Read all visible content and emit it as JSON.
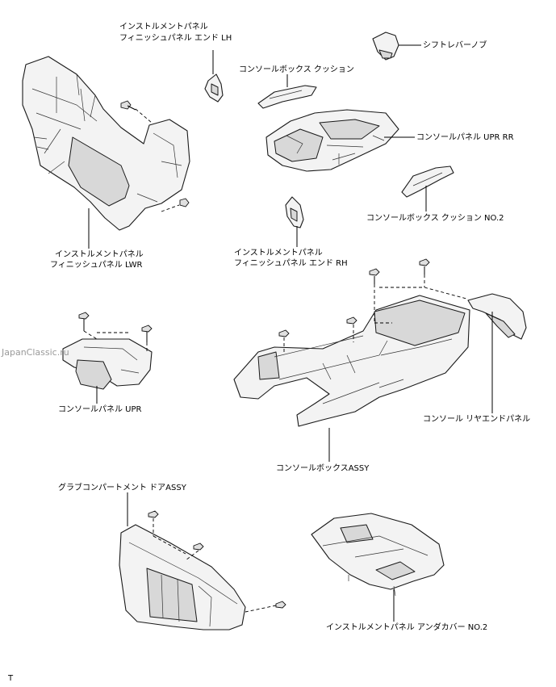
{
  "parts": {
    "lh_end_panel": [
      "インストルメントパネル",
      "フィニッシュパネル エンド LH"
    ],
    "shift_knob": "シフトレバーノブ",
    "console_cushion": "コンソールボックス クッション",
    "panel_lwr": [
      "インストルメントパネル",
      "フィニッシュパネル LWR"
    ],
    "console_upr_rr": "コンソールパネル UPR RR",
    "cushion_no2": "コンソールボックス クッション NO.2",
    "rh_end_panel": [
      "インストルメントパネル",
      "フィニッシュパネル エンド RH"
    ],
    "console_upr": "コンソールパネル UPR",
    "rear_end_panel": "コンソール リヤエンドパネル",
    "console_box_assy": "コンソールボックスASSY",
    "glove_door": "グラブコンパートメント ドアASSY",
    "under_cover_no2": "インストルメントパネル アンダカバー NO.2"
  },
  "watermark": "JapanClassic.ru",
  "corner_mark": "T"
}
